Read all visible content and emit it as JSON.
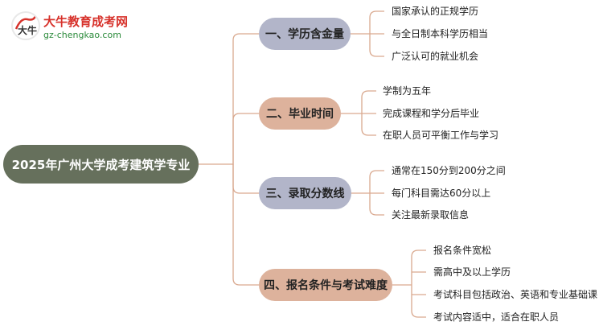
{
  "logo": {
    "title": "大牛教育成考网",
    "url": "gz-chengkao.com",
    "mark_text": "大牛"
  },
  "root": {
    "label": "2025年广州大学成考建筑学专业"
  },
  "branches": [
    {
      "label": "一、学历含金量",
      "children": [
        "国家承认的正规学历",
        "与全日制本科学历相当",
        "广泛认可的就业机会"
      ]
    },
    {
      "label": "二、毕业时间",
      "children": [
        "学制为五年",
        "完成课程和学分后毕业",
        "在职人员可平衡工作与学习"
      ]
    },
    {
      "label": "三、录取分数线",
      "children": [
        "通常在150分到200分之间",
        "每门科目需达60分以上",
        "关注最新录取信息"
      ]
    },
    {
      "label": "四、报名条件与考试难度",
      "children": [
        "报名条件宽松",
        "需高中及以上学历",
        "考试科目包括政治、英语和专业基础课",
        "考试内容适中，适合在职人员"
      ]
    }
  ],
  "colors": {
    "root": "#66705c",
    "branch_blue": "#b2b5c9",
    "branch_peach": "#ddb29c",
    "connector": "#d9a98f"
  }
}
